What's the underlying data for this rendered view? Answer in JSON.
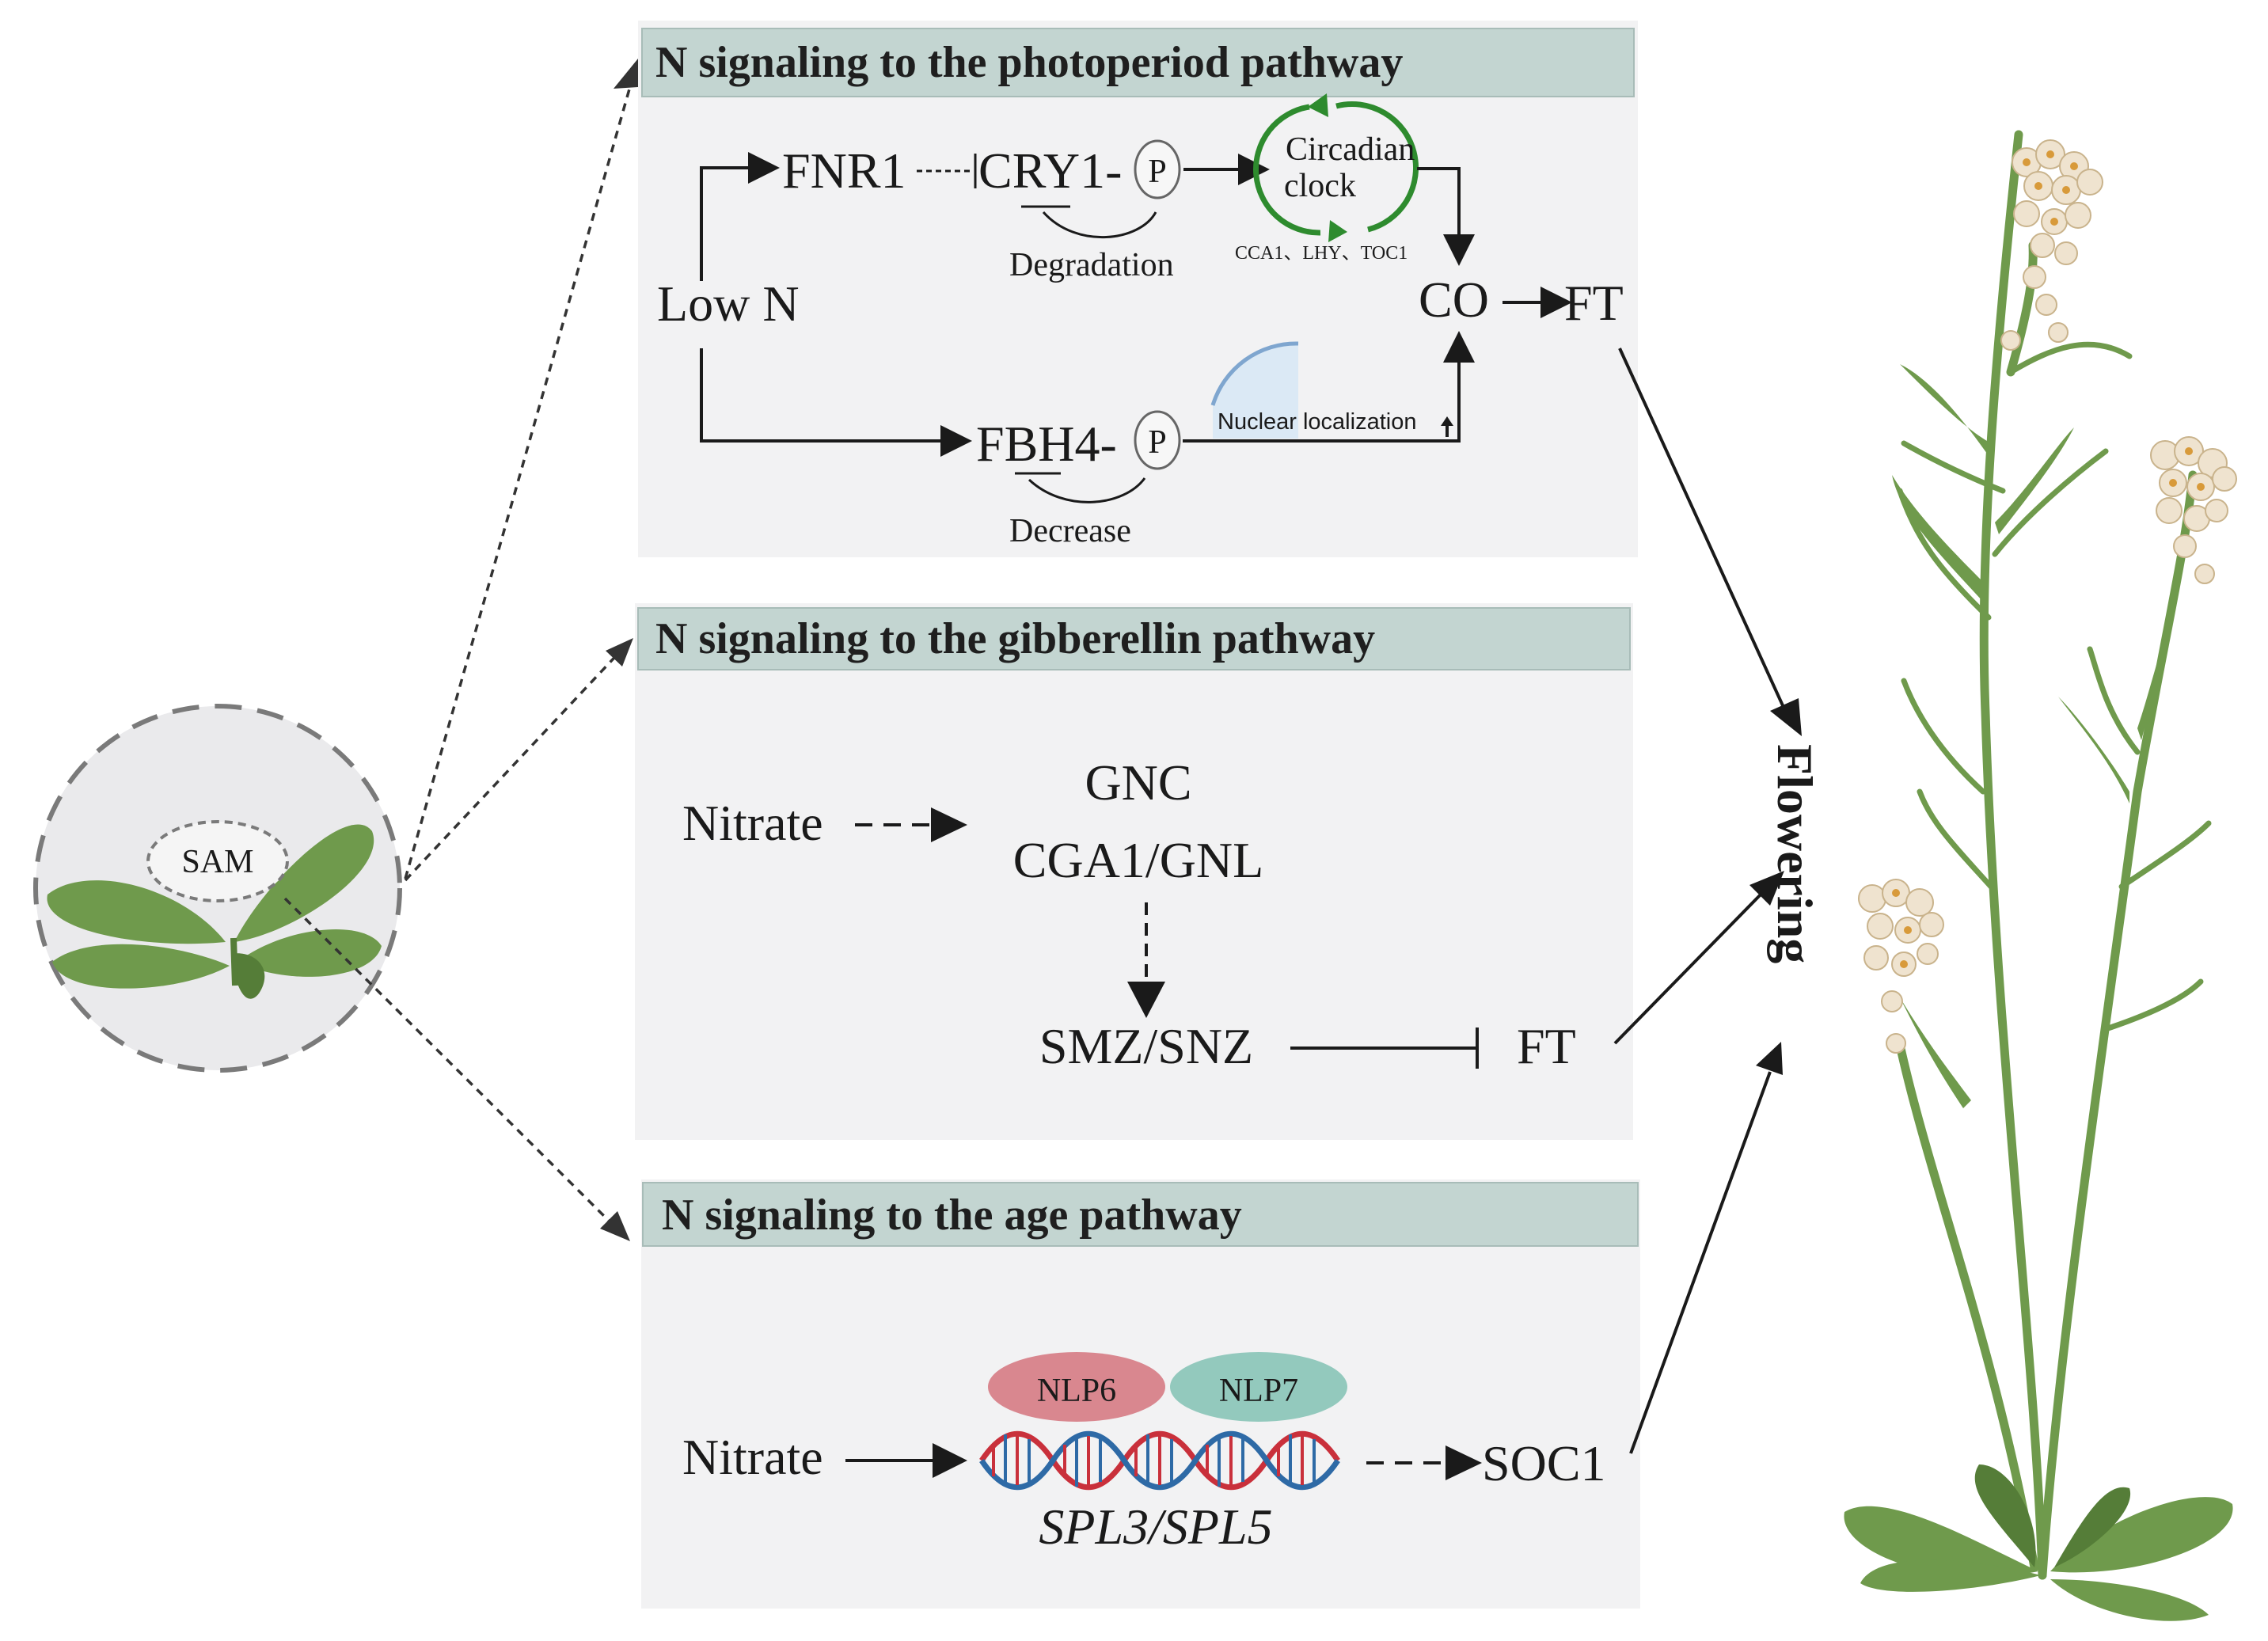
{
  "panels": {
    "photoperiod": {
      "header": "N signaling to the photoperiod pathway",
      "fnr1": "FNR1",
      "cry1": "CRY1-",
      "phospho": "P",
      "circadian_line1": "Circadian",
      "circadian_line2": "clock",
      "clock_genes": "CCA1、LHY、TOC1",
      "degradation": "Degradation",
      "low_n": "Low N",
      "co": "CO",
      "ft": "FT",
      "fbh4": "FBH4-",
      "phospho2": "P",
      "nuclear": "Nuclear localization",
      "decrease": "Decrease"
    },
    "gibberellin": {
      "header": "N signaling to the gibberellin pathway",
      "nitrate": "Nitrate",
      "gnc": "GNC",
      "cga1": "CGA1/GNL",
      "smz": "SMZ/SNZ",
      "ft": "FT"
    },
    "age": {
      "header": "N signaling to the age pathway",
      "nitrate": "Nitrate",
      "nlp6": "NLP6",
      "nlp7": "NLP7",
      "spl": "SPL3/SPL5",
      "soc1": "SOC1"
    }
  },
  "sam_label": "SAM",
  "flowering_label": "Flowering",
  "colors": {
    "header_bg": "#c3d5d1",
    "panel_bg": "#f2f2f3",
    "nlp6": "#d9878f",
    "nlp7": "#93c9bd",
    "dna_red": "#c9303b",
    "dna_blue": "#2e6aa6",
    "clock_green": "#2e8b2e",
    "leaf": "#6f9a4c",
    "leaf_dark": "#557d38",
    "flower": "#efe3cf"
  }
}
